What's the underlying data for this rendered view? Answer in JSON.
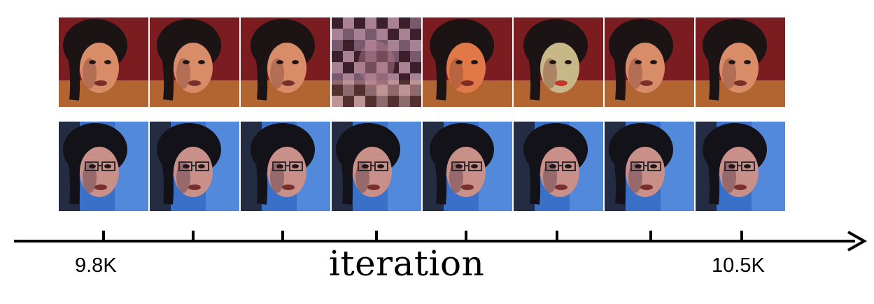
{
  "axis": {
    "title": "iteration",
    "start_label": "9.8K",
    "end_label": "10.5K",
    "tick_count": 8
  },
  "rows": [
    {
      "name": "top-row",
      "palette": {
        "bg": "#7a1c20",
        "hair": "#1c1414",
        "skin": "#d88c68",
        "shade": "#8a4a3a",
        "accent": "#e0a040"
      },
      "frames": [
        {
          "variant": "normal"
        },
        {
          "variant": "normal"
        },
        {
          "variant": "normal"
        },
        {
          "variant": "noise"
        },
        {
          "variant": "warm"
        },
        {
          "variant": "distorted"
        },
        {
          "variant": "normal"
        },
        {
          "variant": "normal"
        }
      ]
    },
    {
      "name": "bottom-row",
      "palette": {
        "bg": "#3a70c8",
        "hair": "#121218",
        "skin": "#c89088",
        "shade": "#5a3a48",
        "accent": "#f0f0f8"
      },
      "frames": [
        {
          "variant": "glasses"
        },
        {
          "variant": "glasses"
        },
        {
          "variant": "glasses"
        },
        {
          "variant": "glasses"
        },
        {
          "variant": "glasses"
        },
        {
          "variant": "glasses"
        },
        {
          "variant": "glasses"
        },
        {
          "variant": "glasses"
        }
      ]
    }
  ]
}
